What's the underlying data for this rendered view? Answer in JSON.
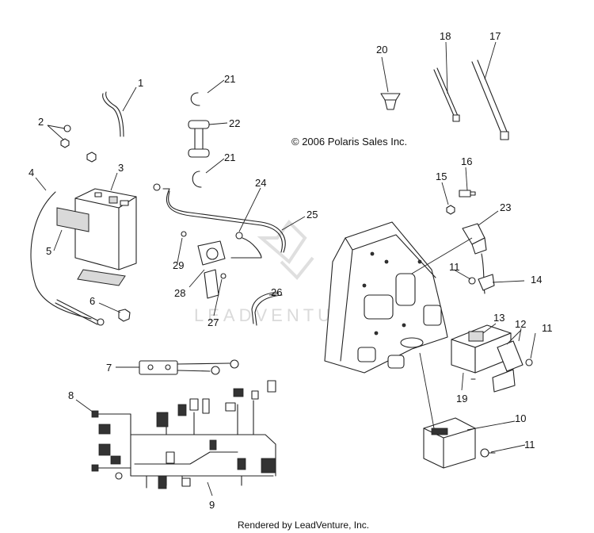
{
  "copyright": "© 2006 Polaris Sales Inc.",
  "footer": "Rendered by LeadVenture, Inc.",
  "watermark": "LEADVENTURE",
  "callouts": {
    "c1": "1",
    "c2": "2",
    "c3": "3",
    "c4": "4",
    "c5": "5",
    "c6": "6",
    "c7": "7",
    "c8": "8",
    "c9": "9",
    "c10": "10",
    "c11a": "11",
    "c11b": "11",
    "c11c": "11",
    "c12": "12",
    "c13": "13",
    "c14": "14",
    "c15": "15",
    "c16": "16",
    "c17": "17",
    "c18": "18",
    "c19": "19",
    "c20": "20",
    "c21a": "21",
    "c21b": "21",
    "c22": "22",
    "c23": "23",
    "c24": "24",
    "c25": "25",
    "c26": "26",
    "c27": "27",
    "c28": "28",
    "c29": "29"
  }
}
